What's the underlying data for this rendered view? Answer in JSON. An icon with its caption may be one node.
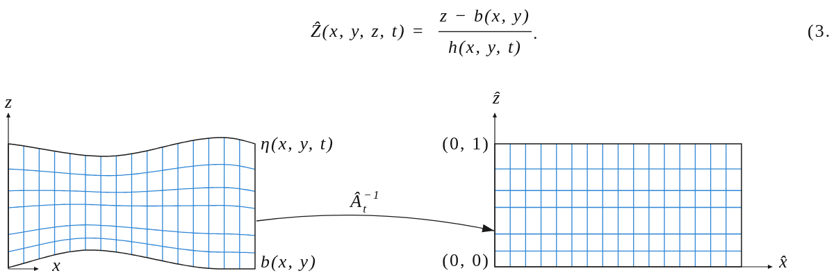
{
  "diagram": {
    "nodes": [
      {
        "text": [],
        "shape": "picture",
        "beside": [
          "η(x, y, t)",
          "b(x, y)"
        ]
      },
      {
        "text": [],
        "shape": "picture",
        "beside": [
          "(0, 1)",
          "(0, 0)"
        ]
      }
    ],
    "edges": [
      {
        "from": 0,
        "to": 1,
        "arrow": "to",
        "label": "Â$_{t}$$^{−1}$"
      }
    ],
    "labels": [
      "Ẑ(x, y, z, t) =",
      "z − b(x, y)",
      "h(x, y, t)",
      ".",
      "(3.",
      "z",
      "ẑ",
      "x",
      "x̂"
    ]
  }
}
